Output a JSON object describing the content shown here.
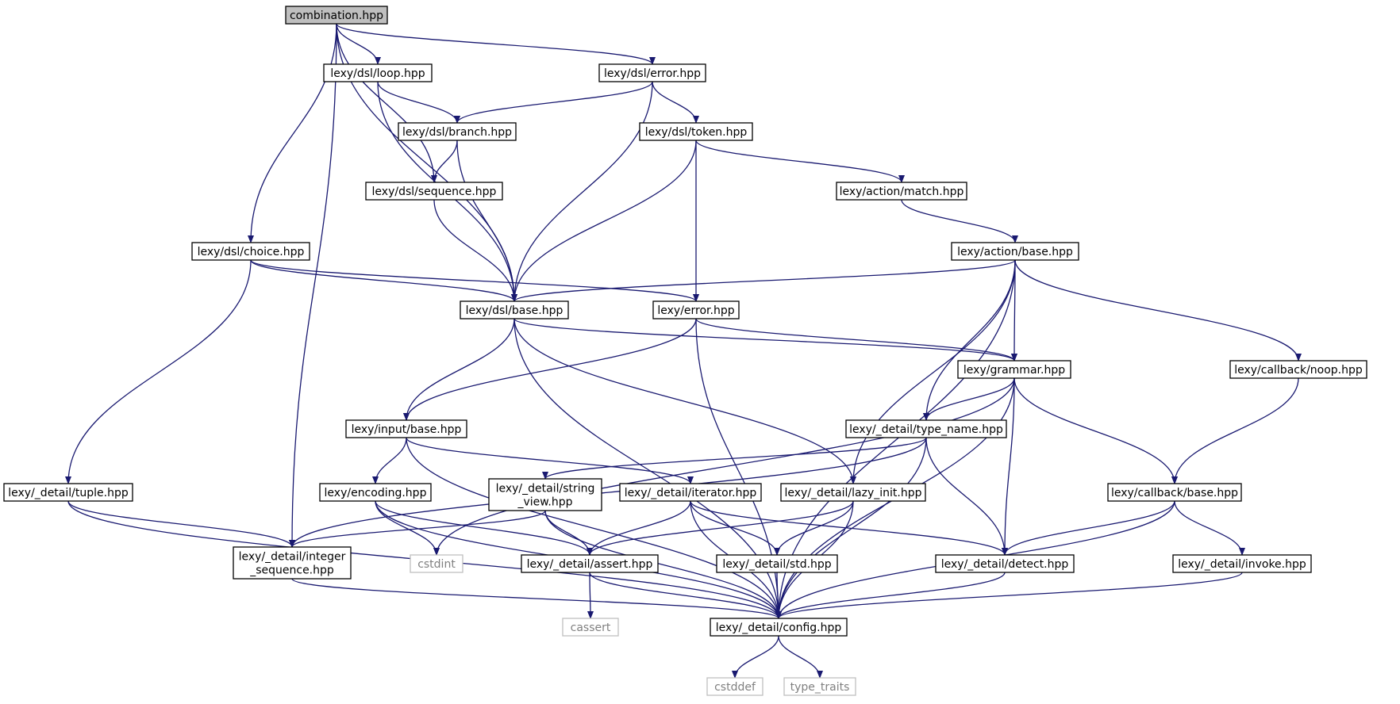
{
  "colors": {
    "edge": "#191970",
    "node_border": "#000000",
    "root_fill": "#bfbfbf",
    "system_border": "#bfbfbf",
    "system_text": "#808080",
    "text": "#000000"
  },
  "nodes": [
    {
      "id": "combination",
      "lines": [
        "combination.hpp"
      ],
      "root": true
    },
    {
      "id": "loop",
      "lines": [
        "lexy/dsl/loop.hpp"
      ]
    },
    {
      "id": "error_dsl",
      "lines": [
        "lexy/dsl/error.hpp"
      ]
    },
    {
      "id": "branch",
      "lines": [
        "lexy/dsl/branch.hpp"
      ]
    },
    {
      "id": "token",
      "lines": [
        "lexy/dsl/token.hpp"
      ]
    },
    {
      "id": "sequence",
      "lines": [
        "lexy/dsl/sequence.hpp"
      ]
    },
    {
      "id": "match",
      "lines": [
        "lexy/action/match.hpp"
      ]
    },
    {
      "id": "choice",
      "lines": [
        "lexy/dsl/choice.hpp"
      ]
    },
    {
      "id": "action_base",
      "lines": [
        "lexy/action/base.hpp"
      ]
    },
    {
      "id": "dsl_base",
      "lines": [
        "lexy/dsl/base.hpp"
      ]
    },
    {
      "id": "error",
      "lines": [
        "lexy/error.hpp"
      ]
    },
    {
      "id": "grammar",
      "lines": [
        "lexy/grammar.hpp"
      ]
    },
    {
      "id": "noop",
      "lines": [
        "lexy/callback/noop.hpp"
      ]
    },
    {
      "id": "input_base",
      "lines": [
        "lexy/input/base.hpp"
      ]
    },
    {
      "id": "type_name",
      "lines": [
        "lexy/_detail/type_name.hpp"
      ]
    },
    {
      "id": "tuple",
      "lines": [
        "lexy/_detail/tuple.hpp"
      ]
    },
    {
      "id": "encoding",
      "lines": [
        "lexy/encoding.hpp"
      ]
    },
    {
      "id": "string_view",
      "lines": [
        "lexy/_detail/string",
        "_view.hpp"
      ]
    },
    {
      "id": "iterator",
      "lines": [
        "lexy/_detail/iterator.hpp"
      ]
    },
    {
      "id": "lazy_init",
      "lines": [
        "lexy/_detail/lazy_init.hpp"
      ]
    },
    {
      "id": "callback_base",
      "lines": [
        "lexy/callback/base.hpp"
      ]
    },
    {
      "id": "integer_sequence",
      "lines": [
        "lexy/_detail/integer",
        "_sequence.hpp"
      ]
    },
    {
      "id": "cstdint",
      "lines": [
        "cstdint"
      ],
      "system": true
    },
    {
      "id": "assert",
      "lines": [
        "lexy/_detail/assert.hpp"
      ]
    },
    {
      "id": "std",
      "lines": [
        "lexy/_detail/std.hpp"
      ]
    },
    {
      "id": "detect",
      "lines": [
        "lexy/_detail/detect.hpp"
      ]
    },
    {
      "id": "invoke",
      "lines": [
        "lexy/_detail/invoke.hpp"
      ]
    },
    {
      "id": "cassert",
      "lines": [
        "cassert"
      ],
      "system": true
    },
    {
      "id": "config",
      "lines": [
        "lexy/_detail/config.hpp"
      ]
    },
    {
      "id": "cstddef",
      "lines": [
        "cstddef"
      ],
      "system": true
    },
    {
      "id": "type_traits",
      "lines": [
        "type_traits"
      ],
      "system": true
    }
  ],
  "edges": [
    [
      "combination",
      "loop"
    ],
    [
      "combination",
      "error_dsl"
    ],
    [
      "combination",
      "sequence"
    ],
    [
      "combination",
      "choice"
    ],
    [
      "combination",
      "dsl_base"
    ],
    [
      "combination",
      "integer_sequence"
    ],
    [
      "loop",
      "branch"
    ],
    [
      "loop",
      "dsl_base"
    ],
    [
      "error_dsl",
      "branch"
    ],
    [
      "error_dsl",
      "token"
    ],
    [
      "error_dsl",
      "dsl_base"
    ],
    [
      "branch",
      "sequence"
    ],
    [
      "branch",
      "dsl_base"
    ],
    [
      "token",
      "match"
    ],
    [
      "token",
      "dsl_base"
    ],
    [
      "token",
      "error"
    ],
    [
      "sequence",
      "dsl_base"
    ],
    [
      "match",
      "action_base"
    ],
    [
      "choice",
      "dsl_base"
    ],
    [
      "choice",
      "error"
    ],
    [
      "choice",
      "tuple"
    ],
    [
      "action_base",
      "dsl_base"
    ],
    [
      "action_base",
      "grammar"
    ],
    [
      "action_base",
      "type_name"
    ],
    [
      "action_base",
      "lazy_init"
    ],
    [
      "action_base",
      "noop"
    ],
    [
      "action_base",
      "config"
    ],
    [
      "dsl_base",
      "grammar"
    ],
    [
      "dsl_base",
      "input_base"
    ],
    [
      "dsl_base",
      "lazy_init"
    ],
    [
      "dsl_base",
      "config"
    ],
    [
      "error",
      "grammar"
    ],
    [
      "error",
      "input_base"
    ],
    [
      "error",
      "config"
    ],
    [
      "grammar",
      "type_name"
    ],
    [
      "grammar",
      "callback_base"
    ],
    [
      "grammar",
      "detect"
    ],
    [
      "grammar",
      "cstdint"
    ],
    [
      "grammar",
      "config"
    ],
    [
      "noop",
      "callback_base"
    ],
    [
      "input_base",
      "encoding"
    ],
    [
      "input_base",
      "iterator"
    ],
    [
      "input_base",
      "config"
    ],
    [
      "type_name",
      "string_view"
    ],
    [
      "type_name",
      "integer_sequence"
    ],
    [
      "type_name",
      "detect"
    ],
    [
      "type_name",
      "config"
    ],
    [
      "tuple",
      "integer_sequence"
    ],
    [
      "tuple",
      "config"
    ],
    [
      "encoding",
      "cstdint"
    ],
    [
      "encoding",
      "assert"
    ],
    [
      "encoding",
      "config"
    ],
    [
      "string_view",
      "integer_sequence"
    ],
    [
      "string_view",
      "assert"
    ],
    [
      "string_view",
      "config"
    ],
    [
      "iterator",
      "assert"
    ],
    [
      "iterator",
      "std"
    ],
    [
      "iterator",
      "detect"
    ],
    [
      "iterator",
      "config"
    ],
    [
      "lazy_init",
      "assert"
    ],
    [
      "lazy_init",
      "std"
    ],
    [
      "lazy_init",
      "config"
    ],
    [
      "callback_base",
      "detect"
    ],
    [
      "callback_base",
      "invoke"
    ],
    [
      "callback_base",
      "config"
    ],
    [
      "integer_sequence",
      "config"
    ],
    [
      "assert",
      "cassert"
    ],
    [
      "assert",
      "config"
    ],
    [
      "std",
      "config"
    ],
    [
      "detect",
      "config"
    ],
    [
      "invoke",
      "config"
    ],
    [
      "config",
      "cstddef"
    ],
    [
      "config",
      "type_traits"
    ]
  ]
}
